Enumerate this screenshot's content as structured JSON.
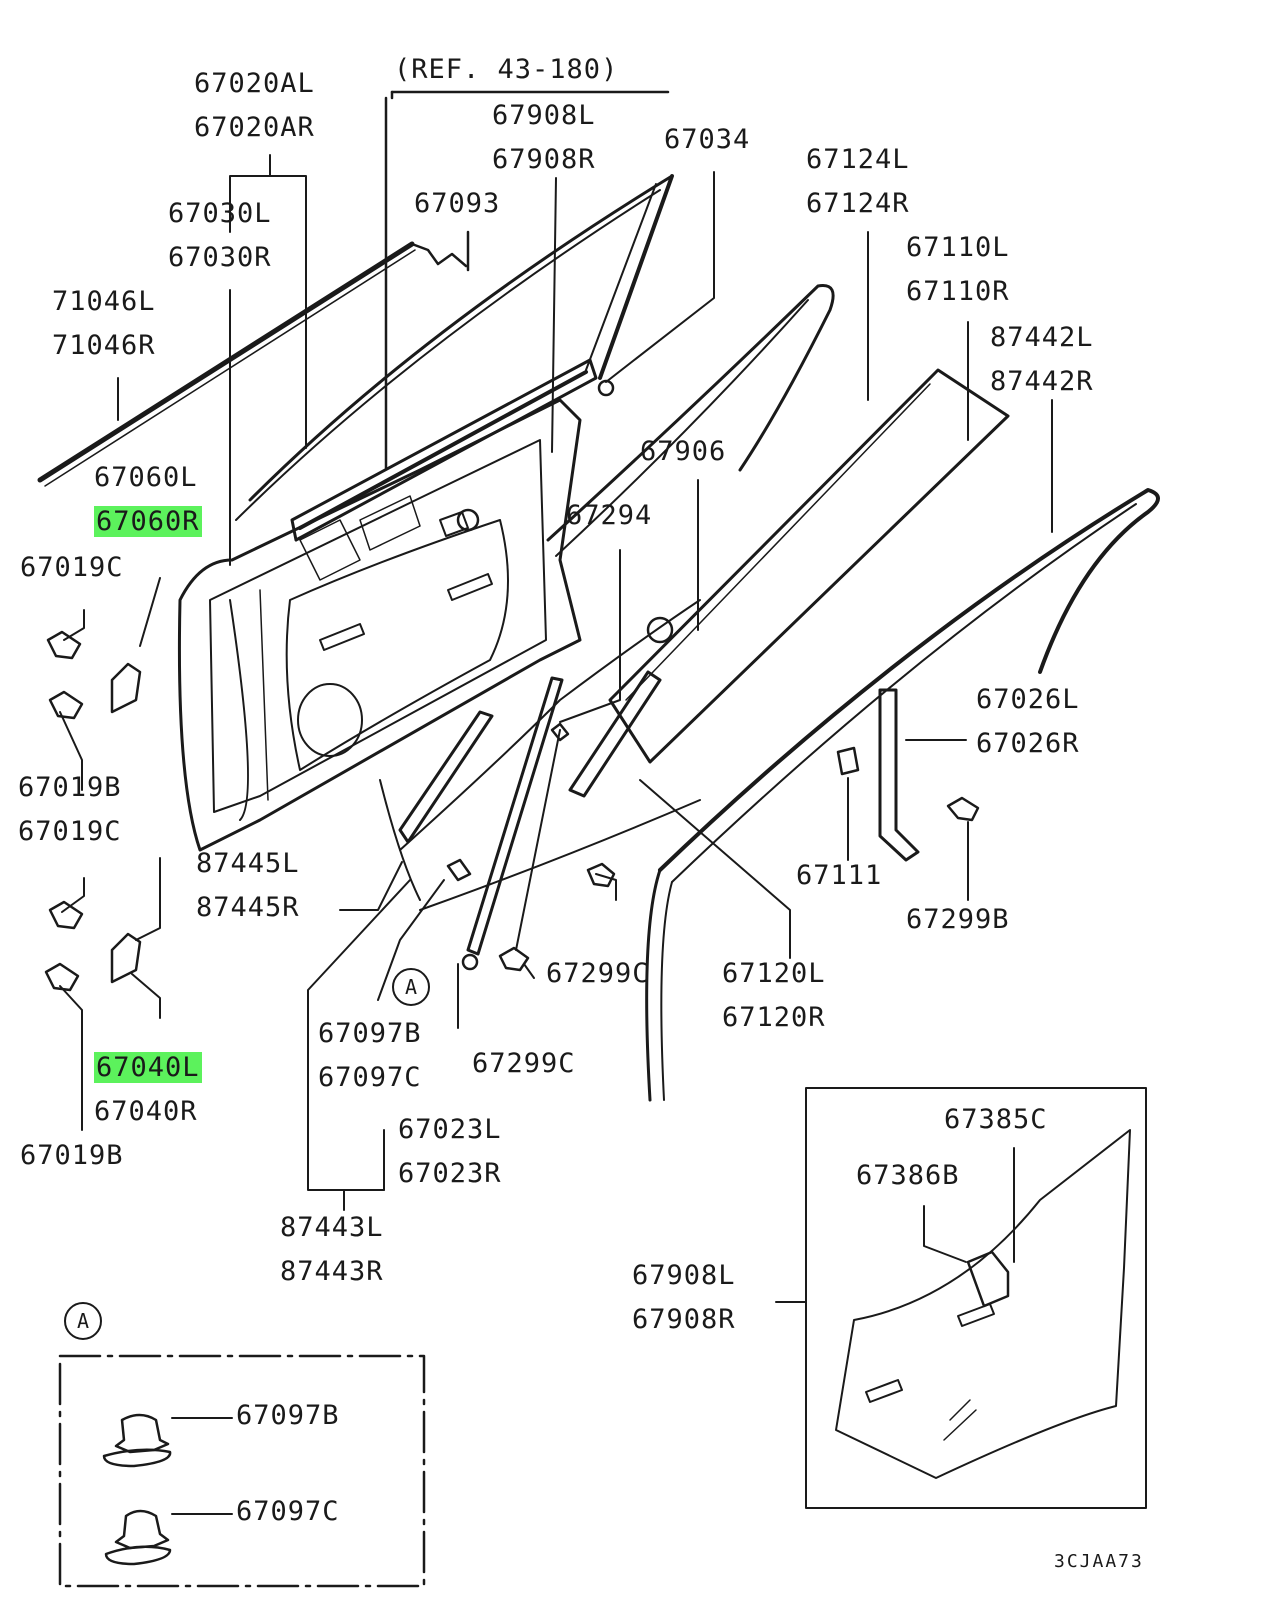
{
  "diagram": {
    "reference": "(REF. 43-180)",
    "image_code": "3CJAA73",
    "highlight_color": "#5cf25c",
    "line_color": "#1a1a1a",
    "detail_marker": "A",
    "parts": {
      "p67020AL": "67020AL",
      "p67020AR": "67020AR",
      "p67908L_top": "67908L",
      "p67908R_top": "67908R",
      "p67034": "67034",
      "p67124L": "67124L",
      "p67124R": "67124R",
      "p67030L": "67030L",
      "p67030R": "67030R",
      "p67093": "67093",
      "p67110L": "67110L",
      "p67110R": "67110R",
      "p71046L": "71046L",
      "p71046R": "71046R",
      "p87442L": "87442L",
      "p87442R": "87442R",
      "p67060L": "67060L",
      "p67060R": "67060R",
      "p67906": "67906",
      "p67294": "67294",
      "p67019C_top": "67019C",
      "p67026L": "67026L",
      "p67026R": "67026R",
      "p67019B_mid": "67019B",
      "p67019C_mid": "67019C",
      "p87445L": "87445L",
      "p87445R": "87445R",
      "p67111": "67111",
      "p67299B": "67299B",
      "p67299C_a": "67299C",
      "p67120L": "67120L",
      "p67120R": "67120R",
      "p67097B": "67097B",
      "p67097C": "67097C",
      "p67299C_b": "67299C",
      "p67040L": "67040L",
      "p67040R": "67040R",
      "p67023L": "67023L",
      "p67023R": "67023R",
      "p67019B_bot": "67019B",
      "p87443L": "87443L",
      "p87443R": "87443R",
      "p67385C": "67385C",
      "p67386B": "67386B",
      "p67908L_box": "67908L",
      "p67908R_box": "67908R",
      "p67097B_detail": "67097B",
      "p67097C_detail": "67097C"
    }
  }
}
